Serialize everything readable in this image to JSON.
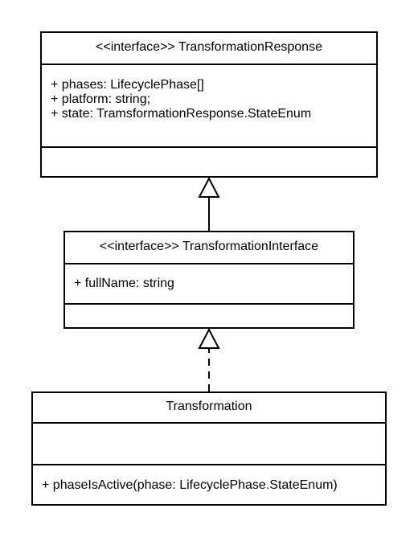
{
  "classes": {
    "response": {
      "header": "<<interface>> TransformationResponse",
      "attributes": [
        "+ phases: LifecyclePhase[]",
        "+ platform: string;",
        "+ state: TramsformationResponse.StateEnum"
      ],
      "operations": []
    },
    "interface": {
      "header": "<<interface>> TransformationInterface",
      "attributes": [
        "+ fullName: string"
      ],
      "operations": []
    },
    "transformation": {
      "header": "Transformation",
      "attributes": [],
      "operations": [
        "+ phaseIsActive(phase: LifecyclePhase.StateEnum)"
      ]
    }
  },
  "relations": [
    {
      "from": "TransformationInterface",
      "to": "TransformationResponse",
      "type": "generalization"
    },
    {
      "from": "Transformation",
      "to": "TransformationInterface",
      "type": "realization"
    }
  ]
}
